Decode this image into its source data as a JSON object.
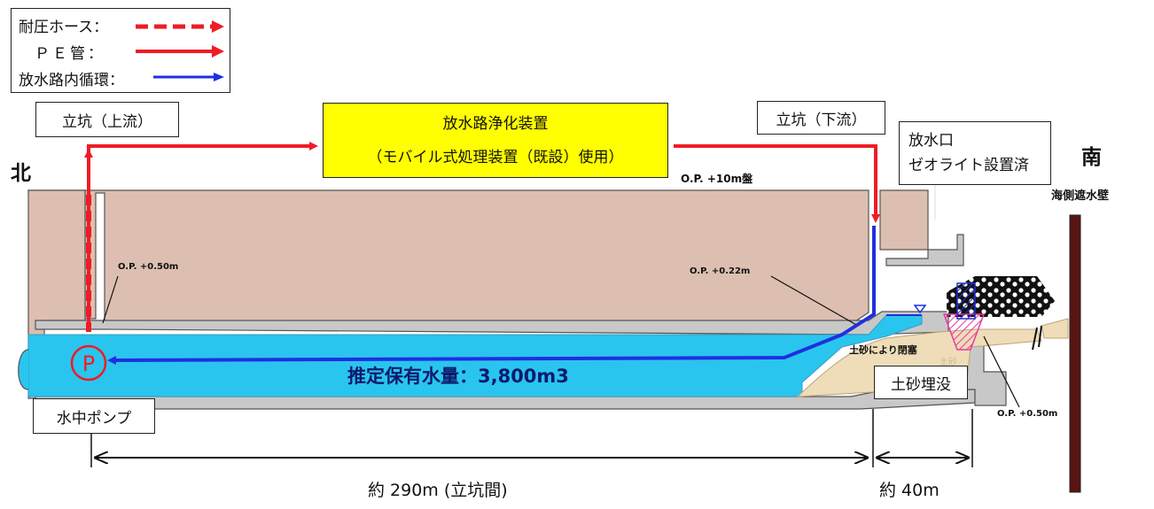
{
  "legend": {
    "hose": "耐圧ホース：",
    "pe_pipe": "ＰＥ管：",
    "circulation": "放水路内循環："
  },
  "labels": {
    "shaft_upstream": "立坑（上流）",
    "shaft_downstream": "立坑（下流）",
    "purifier_line1": "放水路浄化装置",
    "purifier_line2": "（モバイル式処理装置（既設）使用）",
    "outlet_line1": "放水口",
    "outlet_line2": "ゼオライト設置済",
    "north": "北",
    "south": "南",
    "seawall": "海側遮水壁",
    "ground_level": "O.P. +10m盤",
    "op_left": "O.P. +0.50m",
    "op_mid": "O.P. +0.22m",
    "op_right": "O.P. +0.50m",
    "volume": "推定保有水量：3,800m3",
    "blocked": "土砂により閉塞",
    "sand_faint": "土砂",
    "buried": "土砂埋没",
    "pump": "水中ポンプ",
    "pump_symbol": "P",
    "dist_main": "約 290m (立坑間)",
    "dist_outlet": "約 40m"
  },
  "colors": {
    "hose": "#ee1c25",
    "pe_pipe": "#ee1c25",
    "circulation": "#1f2fe0",
    "water": "#29c5ee",
    "earth": "#dcbfb0",
    "concrete": "#c8c8c8",
    "purifier_fill": "#ffff00",
    "seawall": "#5a1414",
    "sand": "#efdcb8"
  }
}
